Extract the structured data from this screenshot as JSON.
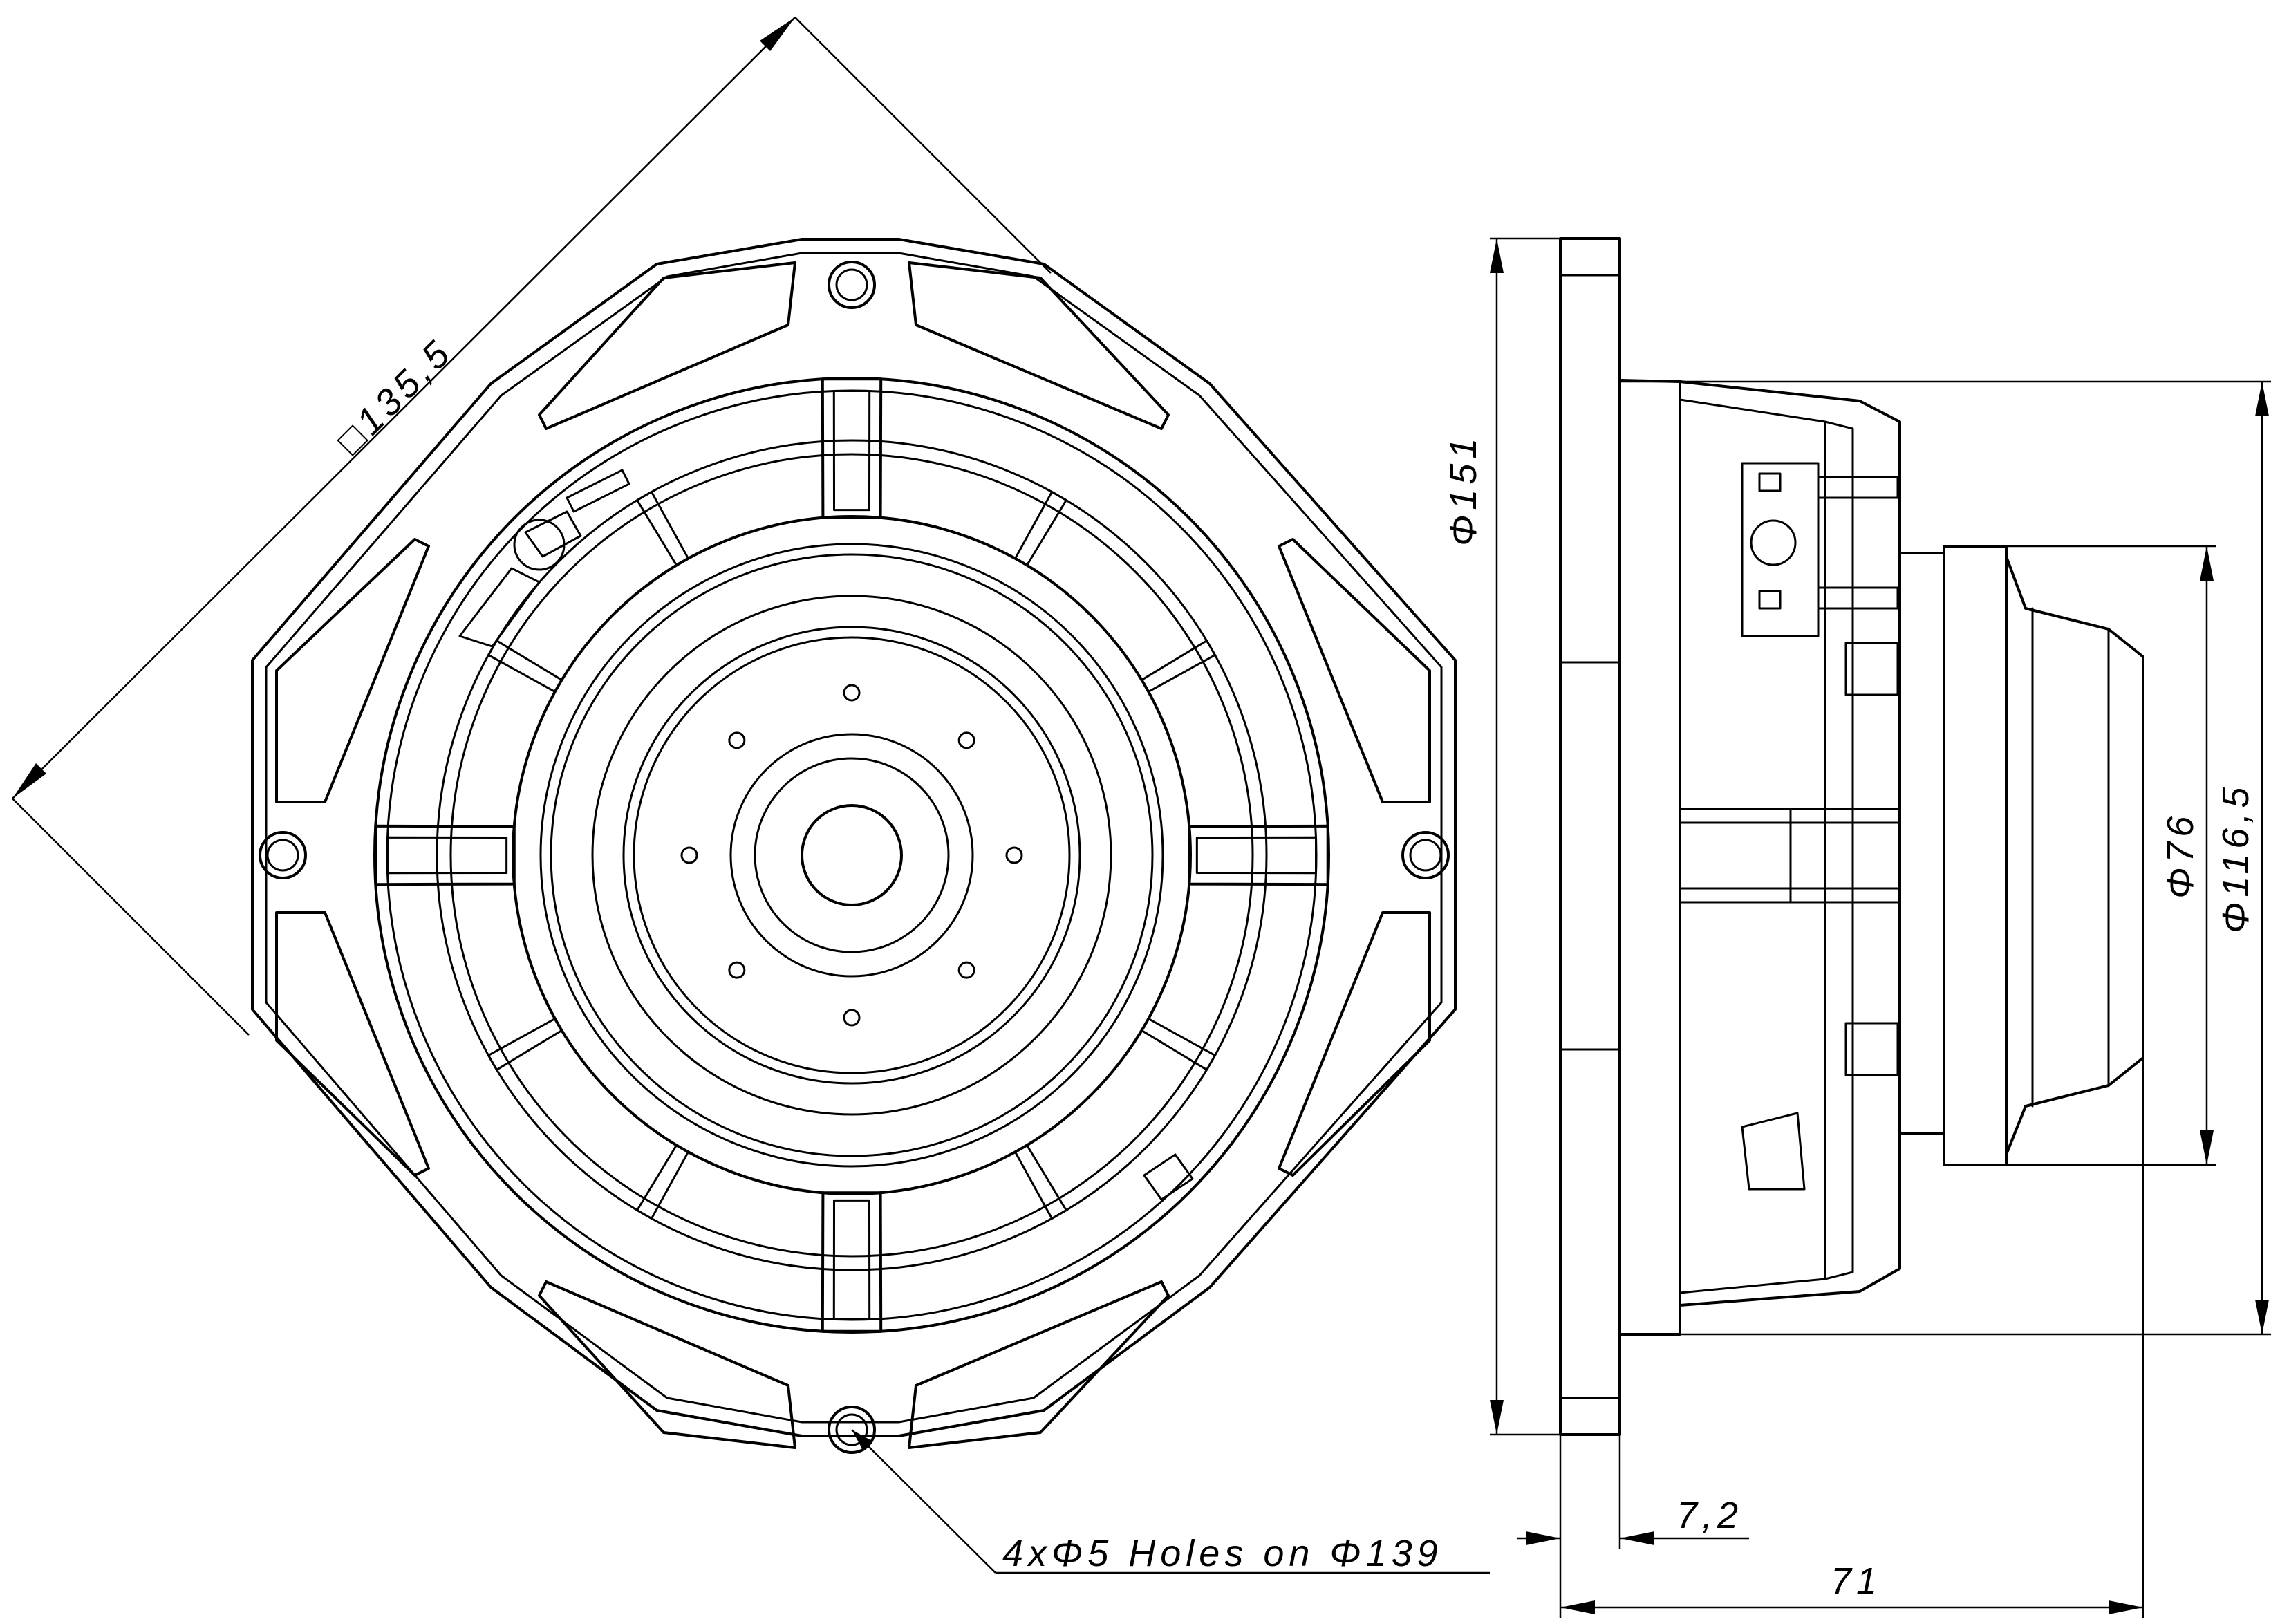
{
  "drawing": {
    "front_view": {
      "dim_square_label": "□135,5",
      "holes_label": "4xΦ5 Holes on Φ139"
    },
    "side_view": {
      "dim_flange_label": "Φ151",
      "dim_basket_label": "Φ116,5",
      "dim_magnet_label": "Φ76",
      "dim_flange_thickness_label": "7,2",
      "dim_depth_label": "71"
    }
  }
}
